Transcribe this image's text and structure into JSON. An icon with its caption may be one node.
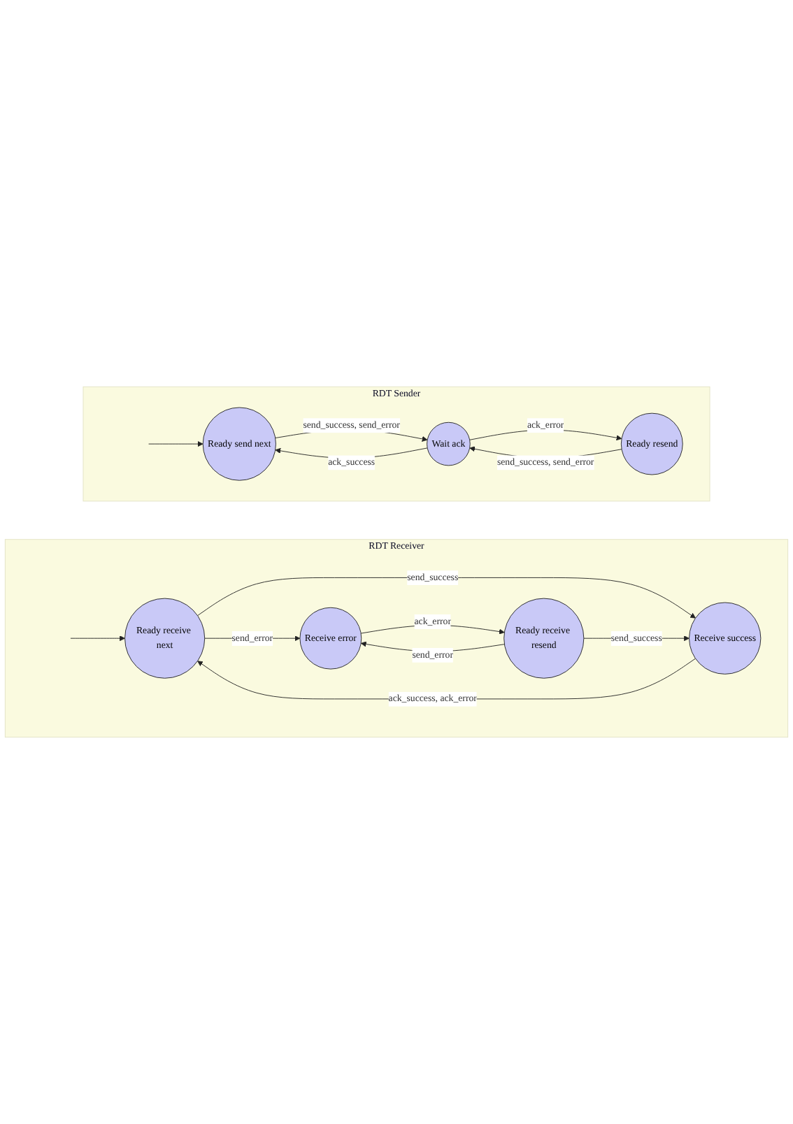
{
  "diagram": {
    "nodes": [
      {
        "text": [
          "RDT Sender"
        ]
      },
      {
        "text": [
          "Ready send next"
        ],
        "in": 0
      },
      {
        "text": [
          "Wait ack"
        ],
        "in": 0
      },
      {
        "text": [
          "Ready resend"
        ],
        "in": 0
      },
      {
        "text": [
          "RDT Receiver"
        ]
      },
      {
        "text": [
          "Ready receive next"
        ],
        "in": 4
      },
      {
        "text": [
          "Receive success"
        ],
        "in": 4
      },
      {
        "text": [
          "Receive error"
        ],
        "in": 4
      },
      {
        "text": [
          "Ready receive resend"
        ],
        "in": 4
      }
    ],
    "edges": [
      {
        "from": null,
        "to": 1,
        "arrow": "to"
      },
      {
        "from": 1,
        "to": 2,
        "arrow": "to",
        "label": "send_success, send_error"
      },
      {
        "from": 2,
        "to": 1,
        "arrow": "to",
        "label": "ack_success"
      },
      {
        "from": 2,
        "to": 3,
        "arrow": "to",
        "label": "ack_error"
      },
      {
        "from": 3,
        "to": 2,
        "arrow": "to",
        "label": "send_success, send_error"
      },
      {
        "from": null,
        "to": 5,
        "arrow": "to"
      },
      {
        "from": 5,
        "to": 6,
        "arrow": "to",
        "label": "send_success"
      },
      {
        "from": 6,
        "to": 5,
        "arrow": "to",
        "label": "ack_success, ack_error"
      },
      {
        "from": 5,
        "to": 7,
        "arrow": "to",
        "label": "send_error"
      },
      {
        "from": 7,
        "to": 8,
        "arrow": "to",
        "label": "ack_error"
      },
      {
        "from": 8,
        "to": 7,
        "arrow": "to",
        "label": "send_error"
      },
      {
        "from": 8,
        "to": 6,
        "arrow": "to",
        "label": "send_success"
      }
    ]
  }
}
